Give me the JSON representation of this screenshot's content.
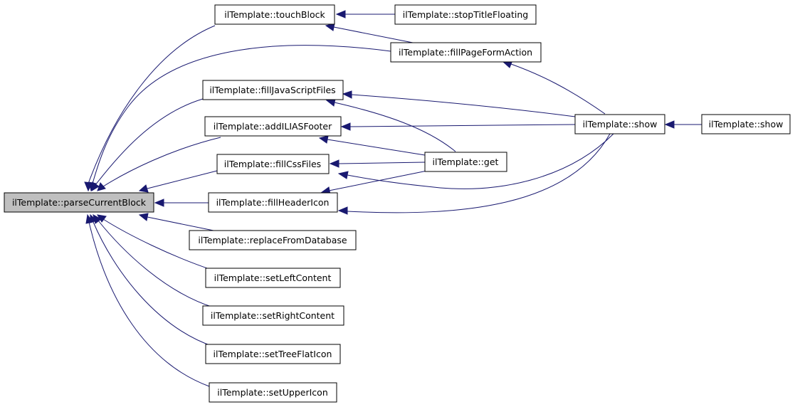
{
  "colors": {
    "edge": "#191970",
    "node_border": "#000000",
    "current_node_fill": "#bfbfbf",
    "node_fill": "#ffffff"
  },
  "nodes": {
    "parseCurrentBlock": "ilTemplate::parseCurrentBlock",
    "touchBlock": "ilTemplate::touchBlock",
    "stopTitleFloating": "ilTemplate::stopTitleFloating",
    "fillPageFormAction": "ilTemplate::fillPageFormAction",
    "fillJavaScriptFiles": "ilTemplate::fillJavaScriptFiles",
    "addILIASFooter": "ilTemplate::addILIASFooter",
    "show": "ilTemplate::show",
    "show2": "ilTemplate::show",
    "fillCssFiles": "ilTemplate::fillCssFiles",
    "get": "ilTemplate::get",
    "fillHeaderIcon": "ilTemplate::fillHeaderIcon",
    "replaceFromDatabase": "ilTemplate::replaceFromDatabase",
    "setLeftContent": "ilTemplate::setLeftContent",
    "setRightContent": "ilTemplate::setRightContent",
    "setTreeFlatIcon": "ilTemplate::setTreeFlatIcon",
    "setUpperIcon": "ilTemplate::setUpperIcon"
  }
}
